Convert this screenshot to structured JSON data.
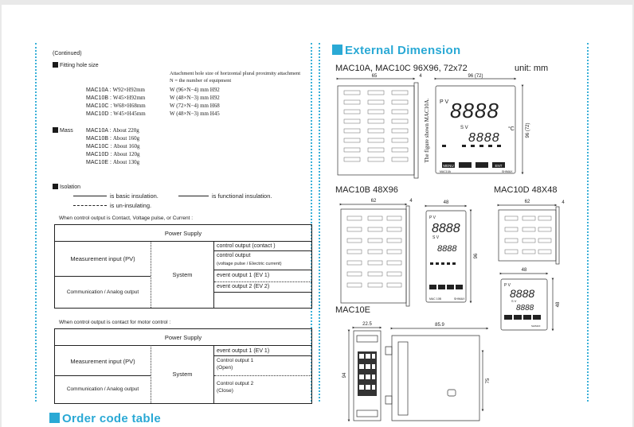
{
  "left": {
    "continued": "(Continued)",
    "fitting_title": "Fitting hole size",
    "attachment_note_1": "Attachment hole size of horizontal plural proximity attachment",
    "attachment_note_2": "N = the number of equipment",
    "fitting_rows": [
      {
        "model": "MAC10A :",
        "size": "W92×H92mm",
        "attach": "W (96×N−4) mm  H92"
      },
      {
        "model": "MAC10B :",
        "size": "W45×H92mm",
        "attach": "W (48×N−3) mm  H92"
      },
      {
        "model": "MAC10C :",
        "size": "W68×H68mm",
        "attach": "W (72×N−4) mm  H68"
      },
      {
        "model": "MAC10D :",
        "size": "W45×H45mm",
        "attach": "W (48×N−3) mm  H45"
      }
    ],
    "mass_title": "Mass",
    "mass_rows": [
      {
        "model": "MAC10A :",
        "weight": "About 220g"
      },
      {
        "model": "MAC10B :",
        "weight": "About 160g"
      },
      {
        "model": "MAC10C :",
        "weight": "About 160g"
      },
      {
        "model": "MAC10D :",
        "weight": "About 120g"
      },
      {
        "model": "MAC10E :",
        "weight": "About 130g"
      }
    ],
    "isolation_title": "Isolation",
    "iso_basic": "is basic insulation.",
    "iso_functional": "is functional insulation.",
    "iso_un": "is un-insulating.",
    "table1_caption": "When control output is Contact, Voltage pulse, or Current :",
    "table1": {
      "power": "Power Supply",
      "measurement": "Measurement input (PV)",
      "system": "System",
      "comm": "Communication / Analog output",
      "out1": "control output (contact )",
      "out2a": "control output",
      "out2b": "(voltage pulse / Electric current)",
      "ev1": "event output 1 (EV 1)",
      "ev2": "event output 2 (EV 2)"
    },
    "table2_caption": "When control output is contact for motor control :",
    "table2": {
      "power": "Power Supply",
      "measurement": "Measurement input (PV)",
      "system": "System",
      "comm": "Communication / Analog output",
      "ev1": "event output 1 (EV 1)",
      "co1a": "Control output 1",
      "co1b": "(Open)",
      "co2a": "Control output 2",
      "co2b": "(Close)"
    },
    "order_title": "Order code table"
  },
  "right": {
    "title": "External Dimension",
    "mac10a_label": "MAC10A, MAC10C  96X96, 72x72",
    "unit": "unit: mm",
    "mac10b_label": "MAC10B 48X96",
    "mac10d_label": "MAC10D 48X48",
    "mac10e_label": "MAC10E",
    "figure_note": "The figure shown MAC10A.",
    "dims": {
      "a_depth": "65",
      "a_bezel": "4",
      "a_width": "96 (72)",
      "a_height": "96 (72)",
      "b_depth": "62",
      "b_bezel": "4",
      "b_width": "48",
      "b_height": "96",
      "d_depth": "62",
      "d_bezel": "4",
      "d_width": "48",
      "d_height": "48",
      "e_width": "22.5",
      "e_depth": "85.9",
      "e_height": "94",
      "e_rail": "75"
    },
    "panel": {
      "pv": "P V",
      "sv": "S V",
      "unit_c": "°C",
      "pv_digits": "8888",
      "sv_digits": "8888",
      "menu": "MENU",
      "ent": "ENT",
      "model_a": "MAC10A",
      "model_b": "MAC 10B",
      "brand": "SHIMAX"
    }
  }
}
